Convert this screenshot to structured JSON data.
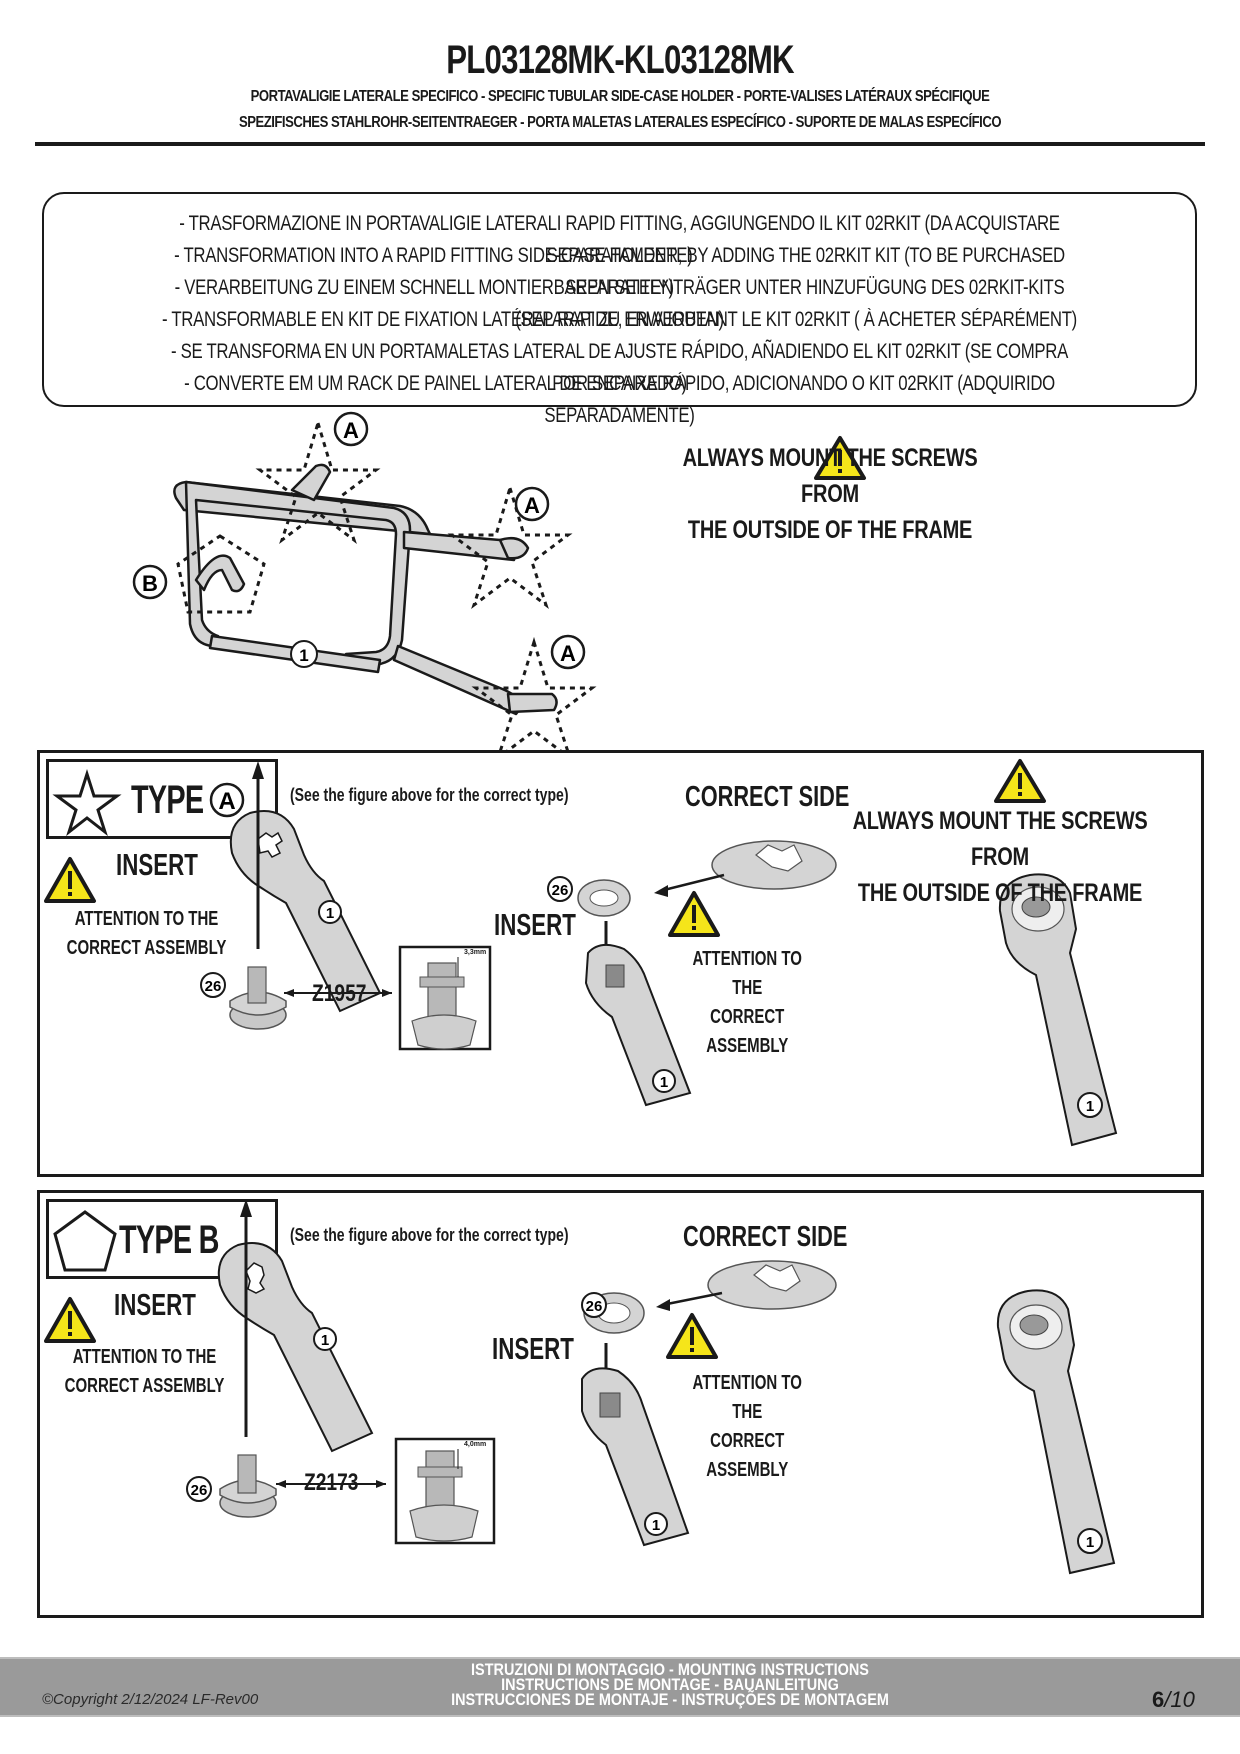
{
  "header": {
    "title": "PL03128MK-KL03128MK",
    "subtitle_line1": "PORTAVALIGIE LATERALE SPECIFICO  -  SPECIFIC TUBULAR SIDE-CASE HOLDER  - PORTE-VALISES LATÉRAUX SPÉCIFIQUE",
    "subtitle_line2": "SPEZIFISCHES STAHLROHR-SEITENTRAEGER - PORTA MALETAS LATERALES ESPECÍFICO - SUPORTE DE MALAS ESPECÍFICO"
  },
  "notice": {
    "lines": [
      "- TRASFORMAZIONE IN PORTAVALIGIE LATERALI RAPID FITTING, AGGIUNGENDO IL KIT 02RKIT (DA ACQUISTARE SEPARATAMENTE)",
      "- TRANSFORMATION INTO A RAPID FITTING SIDE-CASE HOLDER, BY ADDING THE 02RKIT KIT (TO BE PURCHASED SEPARATELY)",
      "- VERARBEITUNG ZU EINEM SCHNELL MONTIERBAREN SEITENTRÄGER UNTER HINZUFÜGUNG DES 02RKIT-KITS (SEPARAT ZU ERWERBEN)",
      "-  TRANSFORMABLE EN KIT DE FIXATION LATÉRAL RAPIDE, EN AJOUTANT LE KIT 02RKIT ( À ACHETER SÉPARÉMENT)",
      "- SE TRANSFORMA EN UN PORTAMALETAS LATERAL DE AJUSTE RÁPIDO, AÑADIENDO EL KIT 02RKIT (SE COMPRA POR SEPARADO)",
      "- CONVERTE EM UM RACK DE PAINEL LATERAL DE ENCAIXE RÁPIDO, ADICIONANDO O KIT 02RKIT (ADQUIRIDO SEPARADAMENTE)"
    ]
  },
  "overview": {
    "callouts": [
      "A",
      "A",
      "A",
      "B"
    ],
    "part_number": "1",
    "warning_line1": "ALWAYS MOUNT THE SCREWS FROM",
    "warning_line2": "THE OUTSIDE OF THE FRAME"
  },
  "type_a": {
    "label": "TYPE",
    "badge": "A",
    "icon": "star-icon",
    "see_figure": "(See the figure above for the correct type)",
    "insert_label": "INSERT",
    "attention_line1": "ATTENTION TO THE",
    "attention_line2": "CORRECT ASSEMBLY",
    "part_ref": "26",
    "frame_ref": "1",
    "part_code": "Z1957",
    "dimension": "3,3mm",
    "correct_side": "CORRECT SIDE",
    "insert_label2": "INSERT",
    "attention2_line1": "ATTENTION TO THE",
    "attention2_line2": "CORRECT ASSEMBLY",
    "warning_line1": "ALWAYS MOUNT THE SCREWS FROM",
    "warning_line2": "THE OUTSIDE OF THE FRAME"
  },
  "type_b": {
    "label": "TYPE B",
    "icon": "pentagon-icon",
    "see_figure": "(See the figure above for the correct type)",
    "insert_label": "INSERT",
    "attention_line1": "ATTENTION TO THE",
    "attention_line2": "CORRECT ASSEMBLY",
    "part_ref": "26",
    "frame_ref": "1",
    "part_code": "Z2173",
    "dimension": "4,0mm",
    "correct_side": "CORRECT SIDE",
    "insert_label2": "INSERT",
    "attention2_line1": "ATTENTION TO THE",
    "attention2_line2": "CORRECT ASSEMBLY"
  },
  "footer": {
    "copyright": "©Copyright 2/12/2024 LF-Rev00",
    "line1": "ISTRUZIONI DI MONTAGGIO  -  MOUNTING INSTRUCTIONS",
    "line2": "INSTRUCTIONS DE MONTAGE - BAUANLEITUNG",
    "line3": "INSTRUCCIONES DE MONTAJE - INSTRUÇÕES DE MONTAGEM",
    "page_current": "6",
    "page_total": "/10"
  },
  "colors": {
    "warning_yellow": "#f5e51a",
    "part_gray": "#d4d4d4",
    "footer_gray": "#9a9a9a"
  }
}
